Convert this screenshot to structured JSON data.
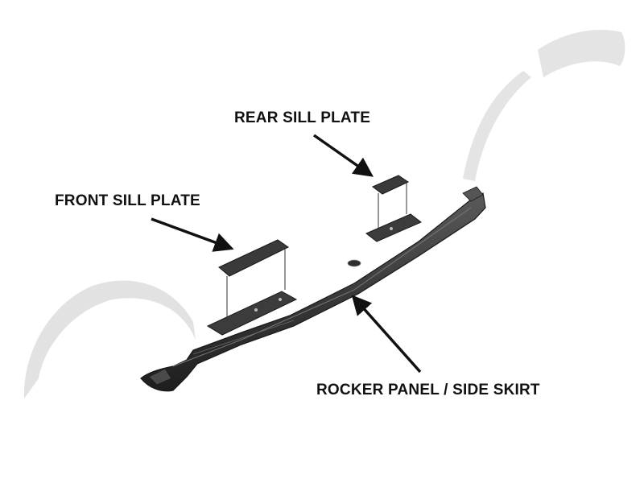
{
  "labels": {
    "rear_sill_plate": "REAR SILL PLATE",
    "front_sill_plate": "FRONT SILL PLATE",
    "rocker_panel": "ROCKER PANEL / SIDE SKIRT"
  },
  "colors": {
    "background": "#ffffff",
    "part_dark": "#3a3a3a",
    "part_edge": "#1a1a1a",
    "ghost_fender": "#e2e2e2",
    "text": "#111111",
    "arrow": "#111111"
  }
}
